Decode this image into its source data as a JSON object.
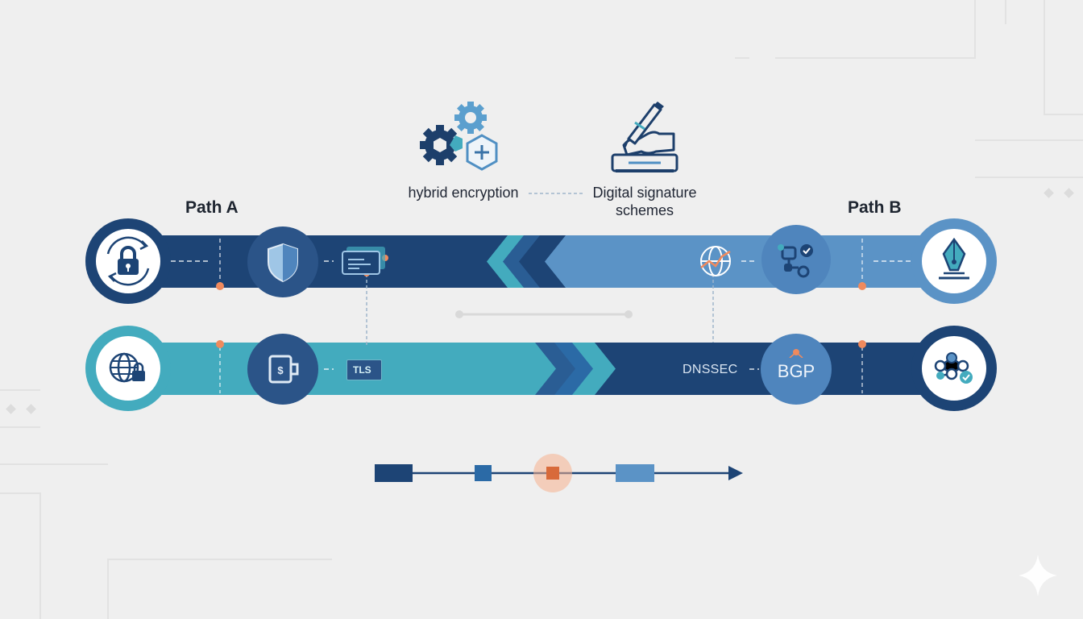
{
  "paths": {
    "a_title": "Path A",
    "b_title": "Path B"
  },
  "top": {
    "left_label": "hybrid encryption",
    "right_label_line1": "Digital signature",
    "right_label_line2": "schemes"
  },
  "row2": {
    "left_badge": "TLS",
    "right_text": "DNSSEC",
    "node_text": "BGP"
  },
  "colors": {
    "navy": "#1d4475",
    "steel": "#5b93c6",
    "teal": "#43abbe",
    "accent": "#f08a5d",
    "background": "#efefef"
  },
  "icons": {
    "top_left": "gears-plus-icon",
    "top_right": "hand-signing-tablet-icon",
    "row1": [
      "padlock-refresh-icon",
      "shield-icon",
      "id-card-icon",
      "globe-chart-icon",
      "network-check-icon",
      "pen-nib-icon"
    ],
    "row2": [
      "globe-lock-icon",
      "certificate-icon",
      "network-nodes-check-icon"
    ]
  }
}
